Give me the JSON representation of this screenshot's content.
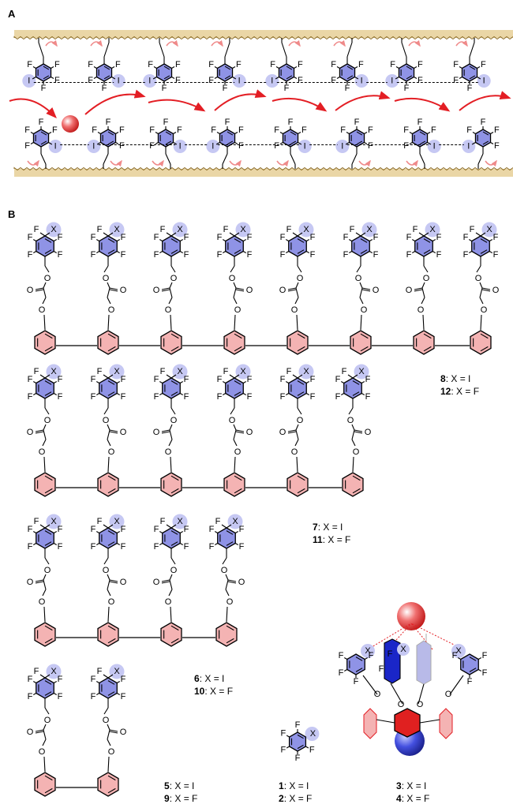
{
  "panels": {
    "a": "A",
    "b": "B"
  },
  "atoms": {
    "F": "F",
    "I": "I",
    "O": "O",
    "X": "X"
  },
  "labels": [
    {
      "num": "8",
      "rest": ": X = I"
    },
    {
      "num": "12",
      "rest": ": X = F"
    },
    {
      "num": "7",
      "rest": ": X = I"
    },
    {
      "num": "11",
      "rest": ": X = F"
    },
    {
      "num": "6",
      "rest": ": X = I"
    },
    {
      "num": "10",
      "rest": ": X = F"
    },
    {
      "num": "5",
      "rest": ": X = I"
    },
    {
      "num": "9",
      "rest": ": X = F"
    },
    {
      "num": "1",
      "rest": ": X = I"
    },
    {
      "num": "2",
      "rest": ": X = F"
    },
    {
      "num": "3",
      "rest": ": X = I"
    },
    {
      "num": "4",
      "rest": ": X = F"
    }
  ],
  "colors": {
    "ring_blue": "#8f93e6",
    "ring_pink": "#f4b3b3",
    "halo": "#c6c8f3",
    "arrow_red": "#e31e24",
    "rotate_pink": "#ef8a8a",
    "membrane": "#ead6a6",
    "membrane_edge": "#8a6a24",
    "sphere_red": "#e84040",
    "sphere_blue": "#3a44d8",
    "core_red": "#e02020"
  }
}
